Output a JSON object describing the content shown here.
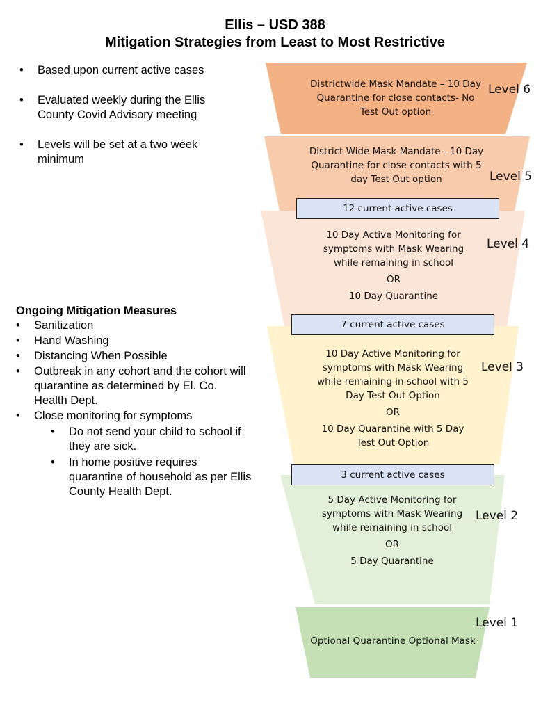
{
  "header": {
    "title_line1": "Ellis – USD 388",
    "title_line2": "Mitigation Strategies from Least to Most Restrictive"
  },
  "intro_bullets": [
    "Based upon current active cases",
    "Evaluated weekly during the Ellis County Covid Advisory meeting",
    "Levels will be set at a two week minimum"
  ],
  "ongoing": {
    "heading": "Ongoing Mitigation Measures",
    "items": [
      "Sanitization",
      "Hand Washing",
      "Distancing When Possible",
      "Outbreak in any cohort and the cohort will quarantine as determined by El. Co. Health Dept.",
      "Close monitoring for symptoms"
    ],
    "sub_items": [
      "Do not send your child to school if they are sick.",
      "In home positive requires quarantine of household as per Ellis County Health Dept."
    ]
  },
  "levels": {
    "level6": {
      "label": "Level 6",
      "text": "Districtwide Mask Mandate – 10 Day Quarantine for close contacts- No Test Out option",
      "color": "#f4b183"
    },
    "level5": {
      "label": "Level 5",
      "text": "District Wide Mask Mandate - 10 Day Quarantine for close contacts with 5 day Test Out option",
      "color": "#f8cbad"
    },
    "level4": {
      "label": "Level 4",
      "text_a": "10 Day Active Monitoring for symptoms with Mask Wearing while remaining in school",
      "or": "OR",
      "text_b": "10 Day Quarantine",
      "color": "#fbe5d6"
    },
    "level3": {
      "label": "Level 3",
      "text_a": "10 Day Active Monitoring for symptoms with Mask Wearing while remaining in school with 5 Day Test Out Option",
      "or": "OR",
      "text_b": "10 Day Quarantine with 5 Day Test Out Option",
      "color": "#fff2cc"
    },
    "level2": {
      "label": "Level 2",
      "text_a": "5 Day Active Monitoring for symptoms with Mask Wearing while remaining in school",
      "or": "OR",
      "text_b": "5 Day Quarantine",
      "color": "#e2f0d9"
    },
    "level1": {
      "label": "Level 1",
      "text": "Optional Quarantine Optional Mask",
      "color": "#c5e0b4"
    }
  },
  "thresholds": {
    "cases_12": "12 current active cases",
    "cases_7": "7 current active cases",
    "cases_3": "3 current active cases",
    "box_color": "#dae3f3"
  }
}
